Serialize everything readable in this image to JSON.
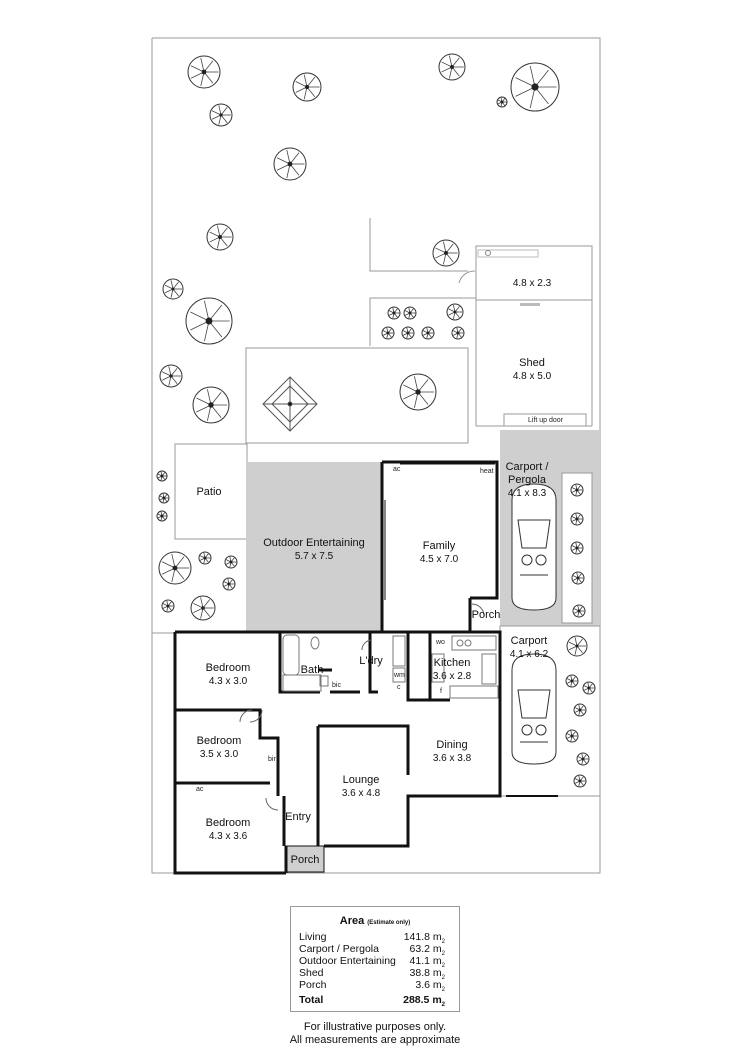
{
  "rooms": {
    "family": {
      "name": "Family",
      "dim": "4.5 x 7.0"
    },
    "outdoor": {
      "name": "Outdoor Entertaining",
      "dim": "5.7 x 7.5"
    },
    "patio": {
      "name": "Patio"
    },
    "carport_pergola": {
      "name": "Carport /",
      "name2": "Pergola",
      "dim": "4.1 x 8.3"
    },
    "carport": {
      "name": "Carport",
      "dim": "4.1 x 6.2"
    },
    "shed": {
      "name": "Shed",
      "dim": "4.8 x 5.0"
    },
    "shed_small": {
      "dim": "4.8 x 2.3"
    },
    "bed1": {
      "name": "Bedroom",
      "dim": "4.3 x 3.0"
    },
    "bed2": {
      "name": "Bedroom",
      "dim": "3.5 x 3.0"
    },
    "bed3": {
      "name": "Bedroom",
      "dim": "4.3 x 3.6"
    },
    "bath": {
      "name": "Bath"
    },
    "ldry": {
      "name": "L'dry"
    },
    "kitchen": {
      "name": "Kitchen",
      "dim": "3.6 x 2.8"
    },
    "dining": {
      "name": "Dining",
      "dim": "3.6 x 3.8"
    },
    "lounge": {
      "name": "Lounge",
      "dim": "3.6 x 4.8"
    },
    "entry": {
      "name": "Entry"
    },
    "porch_front": {
      "name": "Porch"
    },
    "porch_rear": {
      "name": "Porch"
    }
  },
  "small_labels": {
    "lift_door": "Lift up door",
    "ac1": "ac",
    "heat": "heat",
    "wo": "wo",
    "wm": "wm",
    "c": "c",
    "bic": "bic",
    "bir": "bir",
    "ac2": "ac",
    "f": "f"
  },
  "area": {
    "title": "Area",
    "subtitle": "(Estimate only)",
    "rows": [
      {
        "label": "Living",
        "value": "141.8 m",
        "unit": "2"
      },
      {
        "label": "Carport / Pergola",
        "value": "63.2 m",
        "unit": "2"
      },
      {
        "label": "Outdoor Entertaining",
        "value": "41.1 m",
        "unit": "2"
      },
      {
        "label": "Shed",
        "value": "38.8 m",
        "unit": "2"
      },
      {
        "label": "Porch",
        "value": "3.6 m",
        "unit": "2"
      }
    ],
    "total": {
      "label": "Total",
      "value": "288.5 m",
      "unit": "2"
    }
  },
  "notes": {
    "line1": "For illustrative purposes only.",
    "line2": "All measurements are approximate"
  },
  "colors": {
    "wall": "#111111",
    "shade": "#cfcfcf",
    "outline": "#9a9a9a"
  }
}
